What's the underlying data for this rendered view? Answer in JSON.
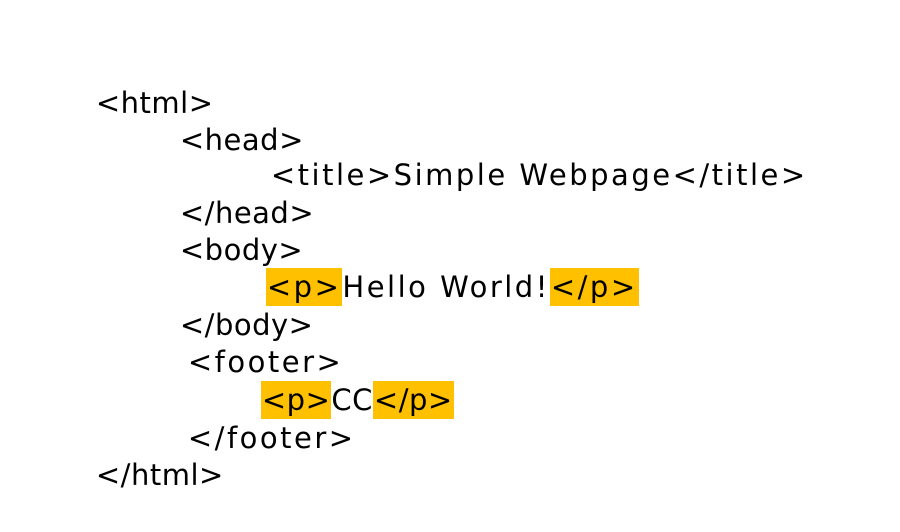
{
  "highlight_color": "#FFC000",
  "lines": {
    "html_open": "<html>",
    "head_open": "<head>",
    "title_open": "<title>",
    "title_text": "Simple Webpage",
    "title_close": "</title>",
    "head_close": "</head>",
    "body_open": "<body>",
    "p1_open": "<p>",
    "p1_text": "Hello World!",
    "p1_close": "</p>",
    "body_close": "</body>",
    "footer_open": "<footer>",
    "p2_open": "<p>",
    "p2_text": "CC",
    "p2_close": "</p>",
    "footer_close": "</footer>",
    "html_close": "</html>"
  }
}
